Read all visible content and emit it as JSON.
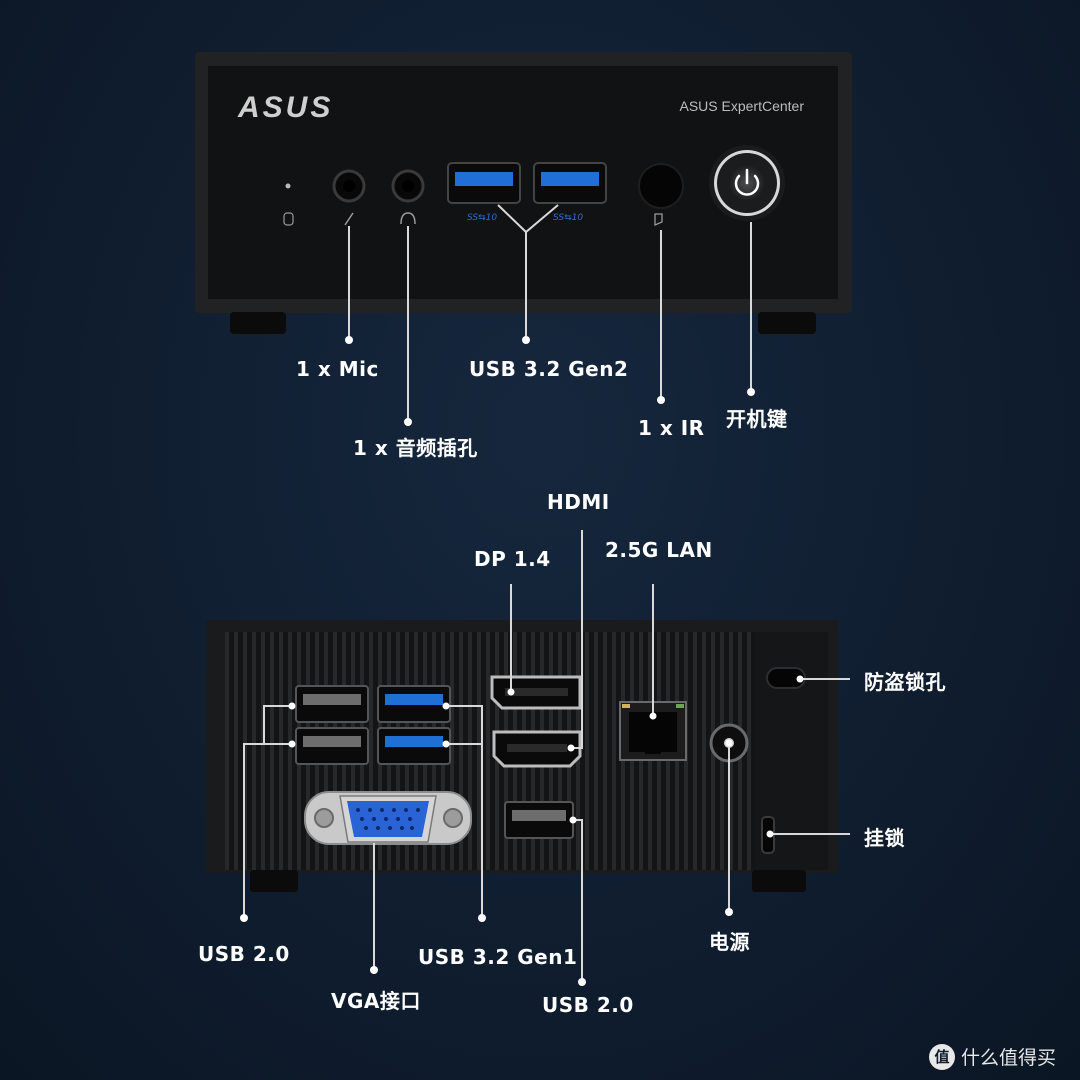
{
  "front": {
    "brand_logo": "ASUS",
    "model_text": "ASUS ExpertCenter",
    "labels": {
      "mic": "1 x Mic",
      "audio": "1 x 音频插孔",
      "usb": "USB 3.2 Gen2",
      "ir": "1 x IR",
      "power": "开机键"
    },
    "usb_port_marks": [
      "SS⇆10",
      "SS⇆10"
    ]
  },
  "rear": {
    "labels": {
      "hdmi": "HDMI",
      "dp": "DP 1.4",
      "lan": "2.5G LAN",
      "kensington": "防盗锁孔",
      "padlock": "挂锁",
      "usb20_left": "USB 2.0",
      "vga": "VGA接口",
      "usb32_gen1": "USB 3.2 Gen1",
      "usb20_center": "USB 2.0",
      "dc_power": "电源"
    }
  },
  "watermark": {
    "badge": "值",
    "text": "什么值得买"
  },
  "colors": {
    "background": "#0f1c2e",
    "device_body": "#151617",
    "usb3_blue": "#1f6fd6",
    "vga_blue": "#2a63d6",
    "callout_line": "#d9d9d9",
    "label_text": "#ffffff"
  }
}
